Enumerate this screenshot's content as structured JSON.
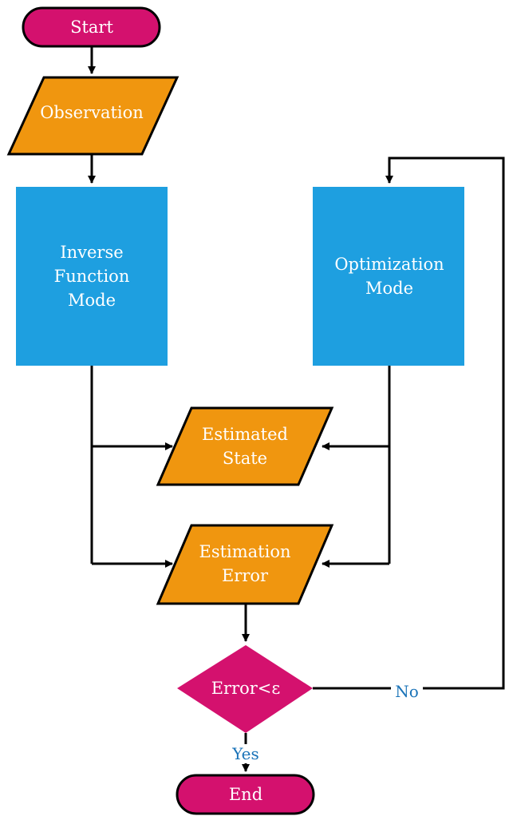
{
  "colors": {
    "terminal": "#D4116E",
    "io": "#F0960F",
    "process": "#1E9FE0",
    "decision": "#D4116E",
    "edge_label": "#1A73B8",
    "line": "#000000"
  },
  "nodes": {
    "start": "Start",
    "observation": "Observation",
    "inverse": [
      "Inverse",
      "Function",
      "Mode"
    ],
    "optimization": [
      "Optimization",
      "Mode"
    ],
    "estimated_state": [
      "Estimated",
      "State"
    ],
    "estimation_error": [
      "Estimation",
      "Error"
    ],
    "decision": "Error<ε",
    "end": "End"
  },
  "edge_labels": {
    "no": "No",
    "yes": "Yes"
  }
}
